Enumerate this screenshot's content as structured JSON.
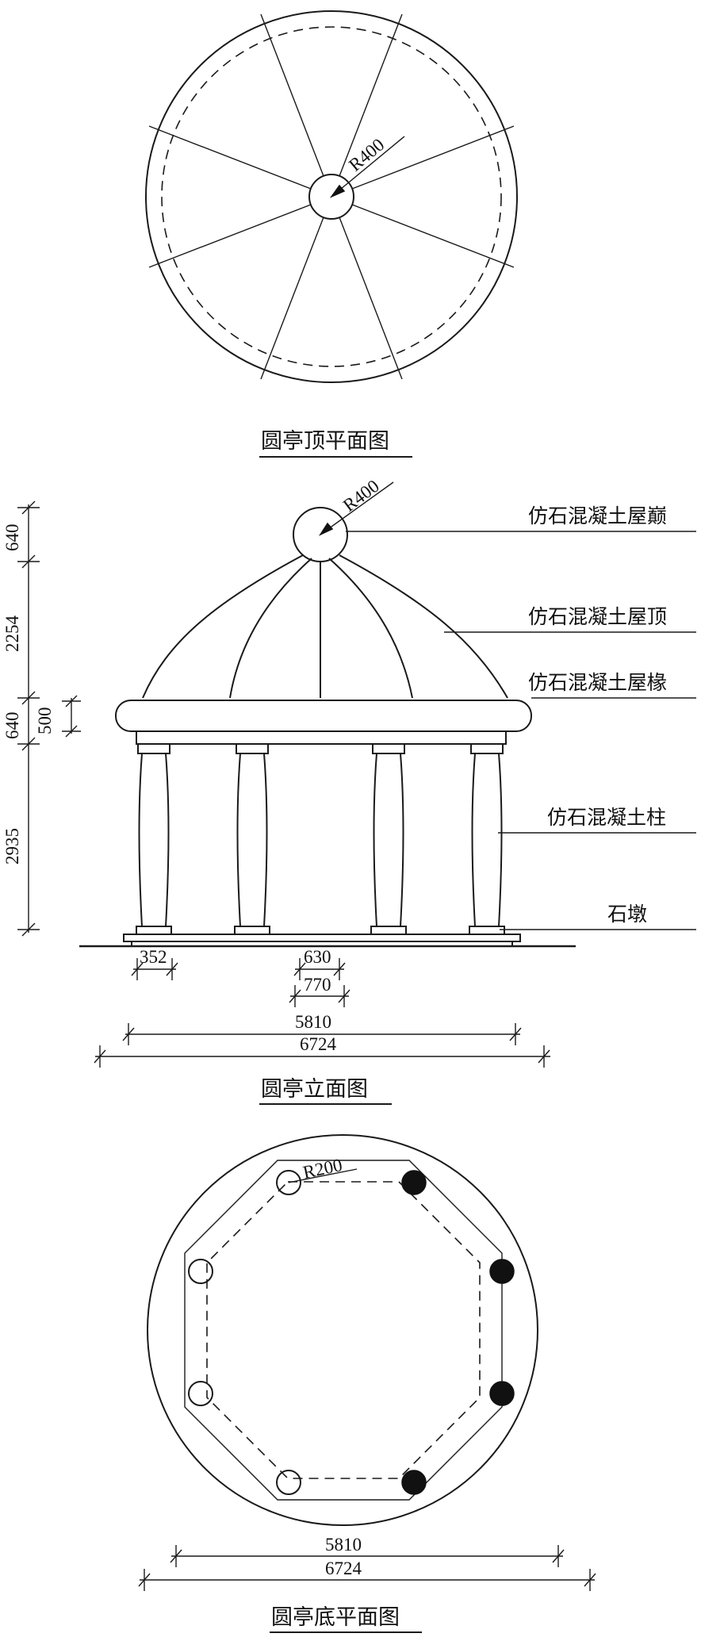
{
  "titles": {
    "top_plan": "圆亭顶平面图",
    "elevation": "圆亭立面图",
    "base_plan": "圆亭底平面图"
  },
  "labels": {
    "finial": "仿石混凝土屋巅",
    "roof": "仿石混凝土屋顶",
    "rafter": "仿石混凝土屋椽",
    "column": "仿石混凝土柱",
    "pier": "石墩"
  },
  "radius": {
    "top": "R400",
    "elev": "R400",
    "base": "R200"
  },
  "dims": {
    "v640a": "640",
    "v2254": "2254",
    "v640b": "640",
    "v500": "500",
    "v2935": "2935",
    "h352": "352",
    "h630": "630",
    "h770": "770",
    "h5810": "5810",
    "h6724": "6724",
    "b5810": "5810",
    "b6724": "6724"
  }
}
